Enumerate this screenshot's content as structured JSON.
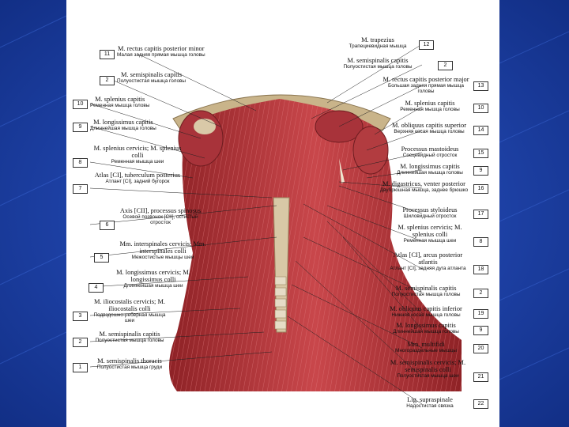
{
  "colors": {
    "slide_background": "#1b3fa8",
    "plate": "#ffffff",
    "muscle": "#b8383d",
    "bone": "#c9b48a"
  },
  "left_labels": [
    {
      "num": "11",
      "lat": "M. rectus capitis posterior minor",
      "ru": "Малая задняя прямая мышца головы"
    },
    {
      "num": "2",
      "lat": "M. semispinalis capitis",
      "ru": "Полуостистая мышца головы"
    },
    {
      "num": "10",
      "lat": "M. splenius capitis",
      "ru": "Ременная мышца головы"
    },
    {
      "num": "9",
      "lat": "M. longissimus capitis",
      "ru": "Длиннейшая мышца головы"
    },
    {
      "num": "8",
      "lat": "M. splenius cervicis; M. splenius colli",
      "ru": "Ременная мышца шеи"
    },
    {
      "num": "7",
      "lat": "Atlas [CI], tuberculum posterius",
      "ru": "Атлант [CI], задний бугорок"
    },
    {
      "num": "6",
      "lat": "Axis [CII], processus spinosus",
      "ru": "Осевой позвонок [CII], остистый отросток"
    },
    {
      "num": "5",
      "lat": "Mm. interspinales cervicis; Mm. interspinales colli",
      "ru": "Межостистые мышцы шеи"
    },
    {
      "num": "4",
      "lat": "M. longissimus cervicis; M. longissimus colli",
      "ru": "Длиннейшая мышца шеи"
    },
    {
      "num": "3",
      "lat": "M. iliocostalis cervicis; M. iliocostalis colli",
      "ru": "Подвздошно-реберная мышца шеи"
    },
    {
      "num": "2",
      "lat": "M. semispinalis capitis",
      "ru": "Полуостистая мышца головы"
    },
    {
      "num": "1",
      "lat": "M. semispinalis thoracis",
      "ru": "Полуостистая мышца груди"
    }
  ],
  "right_labels": [
    {
      "num": "12",
      "lat": "M. trapezius",
      "ru": "Трапециевидная мышца"
    },
    {
      "num": "2",
      "lat": "M. semispinalis capitis",
      "ru": "Полуостистая мышца головы"
    },
    {
      "num": "13",
      "lat": "M. rectus capitis posterior major",
      "ru": "Большая задняя прямая мышца головы"
    },
    {
      "num": "10",
      "lat": "M. splenius capitis",
      "ru": "Ременная мышца головы"
    },
    {
      "num": "14",
      "lat": "M. obliquus capitis superior",
      "ru": "Верхняя косая мышца головы"
    },
    {
      "num": "15",
      "lat": "Processus mastoideus",
      "ru": "Сосцевидный отросток"
    },
    {
      "num": "9",
      "lat": "M. longissimus capitis",
      "ru": "Длиннейшая мышца головы"
    },
    {
      "num": "16",
      "lat": "M. digastricus, venter posterior",
      "ru": "Двубрюшная мышца, заднее брюшко"
    },
    {
      "num": "17",
      "lat": "Processus styloideus",
      "ru": "Шиловидный отросток"
    },
    {
      "num": "8",
      "lat": "M. splenius cervicis; M. splenius colli",
      "ru": "Ременная мышца шеи"
    },
    {
      "num": "18",
      "lat": "Atlas [CI], arcus posterior atlantis",
      "ru": "Атлант [CI], задняя дуга атланта"
    },
    {
      "num": "2",
      "lat": "M. semispinalis capitis",
      "ru": "Полуостистая мышца головы"
    },
    {
      "num": "19",
      "lat": "M. obliquus capitis inferior",
      "ru": "Нижняя косая мышца головы"
    },
    {
      "num": "9",
      "lat": "M. longissimus capitis",
      "ru": "Длиннейшая мышца головы"
    },
    {
      "num": "20",
      "lat": "Mm. multifidi",
      "ru": "Многораздельные мышцы"
    },
    {
      "num": "21",
      "lat": "M. semispinalis cervicis; M. semispinalis colli",
      "ru": "Полуостистая мышца шеи"
    },
    {
      "num": "22",
      "lat": "Lig. supraspinale",
      "ru": "Надостистая связка"
    }
  ]
}
